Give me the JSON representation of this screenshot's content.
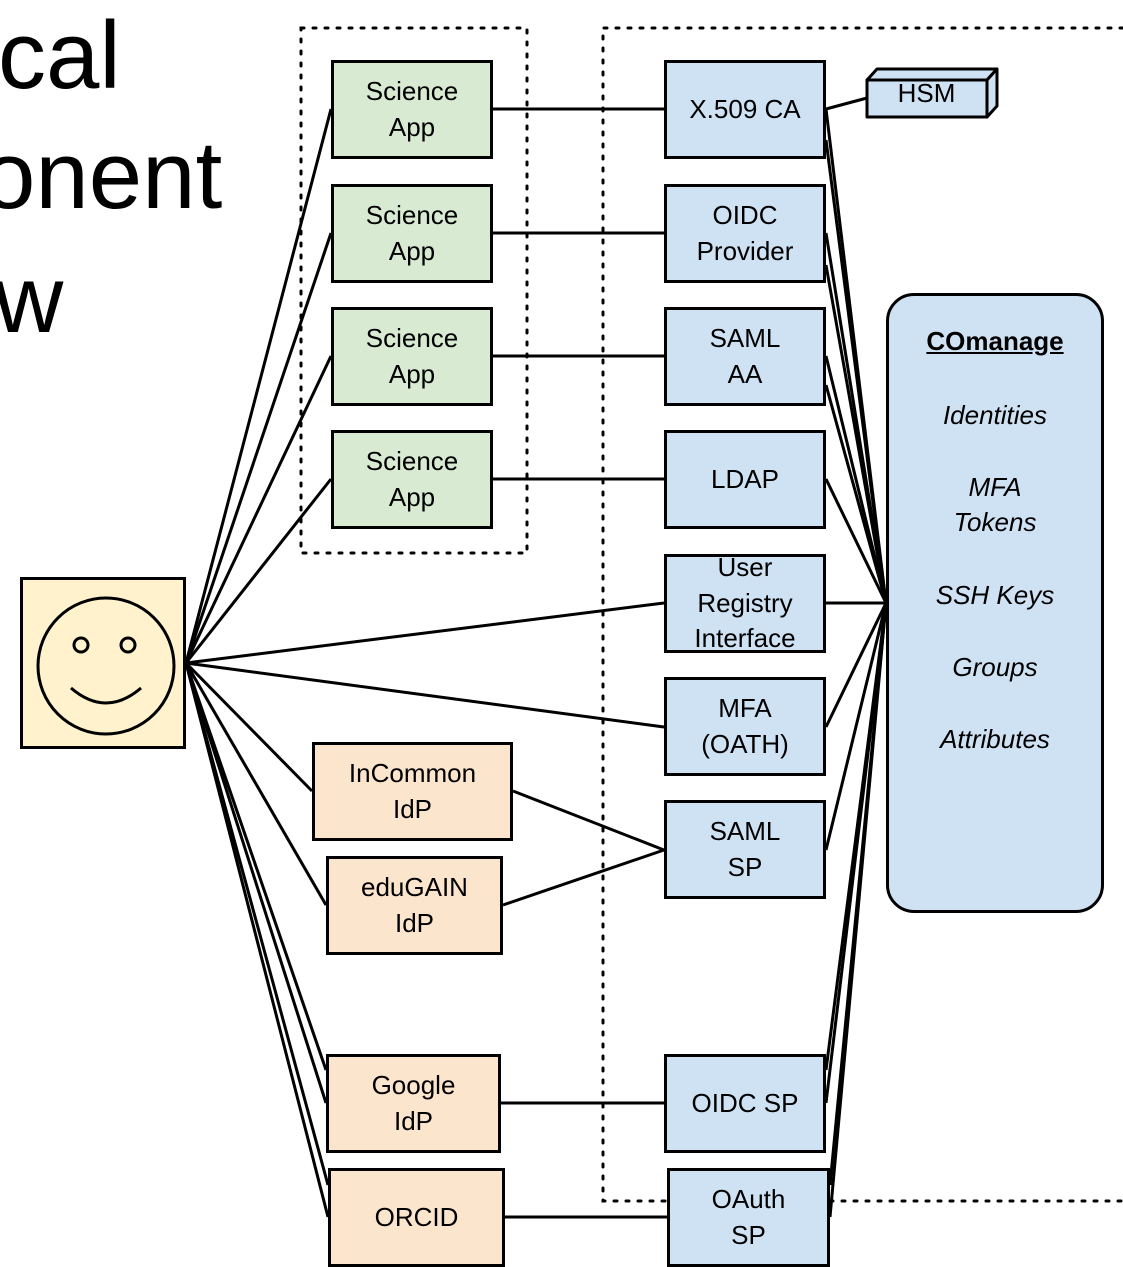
{
  "title": {
    "line1": "cal",
    "line2": "onent",
    "line3": "w"
  },
  "user": {
    "icon": "smiley-face-icon"
  },
  "science_apps": [
    {
      "label": "Science\nApp"
    },
    {
      "label": "Science\nApp"
    },
    {
      "label": "Science\nApp"
    },
    {
      "label": "Science\nApp"
    }
  ],
  "services": {
    "x509_ca": "X.509 CA",
    "hsm": "HSM",
    "oidc_provider": "OIDC\nProvider",
    "saml_aa": "SAML\nAA",
    "ldap": "LDAP",
    "user_registry": "User\nRegistry\nInterface",
    "mfa": "MFA\n(OATH)",
    "saml_sp": "SAML\nSP",
    "oidc_sp": "OIDC SP",
    "oauth_sp": "OAuth\nSP"
  },
  "idps": {
    "incommon": "InCommon\nIdP",
    "edugain": "eduGAIN\nIdP",
    "google": "Google\nIdP",
    "orcid": "ORCID"
  },
  "comanage": {
    "title": "COmanage",
    "items": [
      "Identities",
      "MFA\nTokens",
      "SSH Keys",
      "Groups",
      "Attributes"
    ]
  },
  "colors": {
    "science_app": "#d9ead3",
    "service": "#cfe2f3",
    "idp": "#fce5cd",
    "user": "#fff2cc"
  }
}
